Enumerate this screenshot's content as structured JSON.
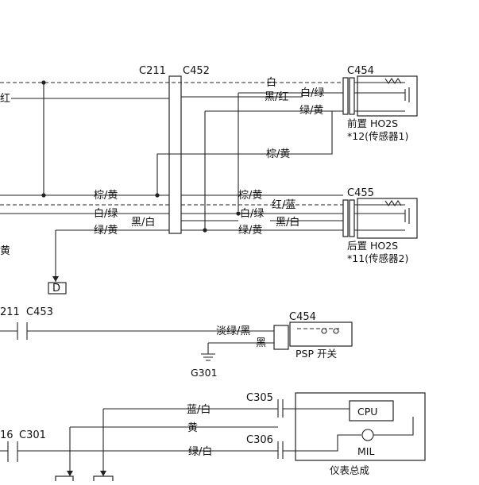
{
  "connectors": {
    "c211": "C211",
    "c452": "C452",
    "c454_top": "C454",
    "c455": "C455",
    "c211_mid": "211",
    "c453": "C453",
    "c454_psp": "C454",
    "c16": "16",
    "c301": "C301",
    "c305": "C305",
    "c306": "C306"
  },
  "wires": {
    "red": "红",
    "white": "白",
    "white_green": "白/绿",
    "black_red": "黑/红",
    "green_yellow": "绿/黄",
    "brown_yellow": "棕/黄",
    "brown_yellow_left": "棕/黄",
    "white_green_left": "白/绿",
    "green_yellow_left": "绿/黄",
    "black_white_left": "黑/白",
    "brown_yellow_right": "棕/黄",
    "white_green_right": "白/绿",
    "green_yellow_right": "绿/黄",
    "red_blue": "红/蓝",
    "black_white_right": "黑/白",
    "light_green_black": "淡绿/黑",
    "black": "黑",
    "blue_white": "蓝/白",
    "yellow": "黄",
    "green_white": "绿/白",
    "left_edge_yellow": "黄"
  },
  "components": {
    "front_ho2s": "前置 HO2S",
    "front_ho2s_note": "*12(传感器1)",
    "rear_ho2s": "后置 HO2S",
    "rear_ho2s_note": "*11(传感器2)",
    "psp_switch": "PSP 开关",
    "ground": "G301",
    "ref_d": "D",
    "cpu": "CPU",
    "mil": "MIL",
    "cluster": "仪表总成"
  }
}
